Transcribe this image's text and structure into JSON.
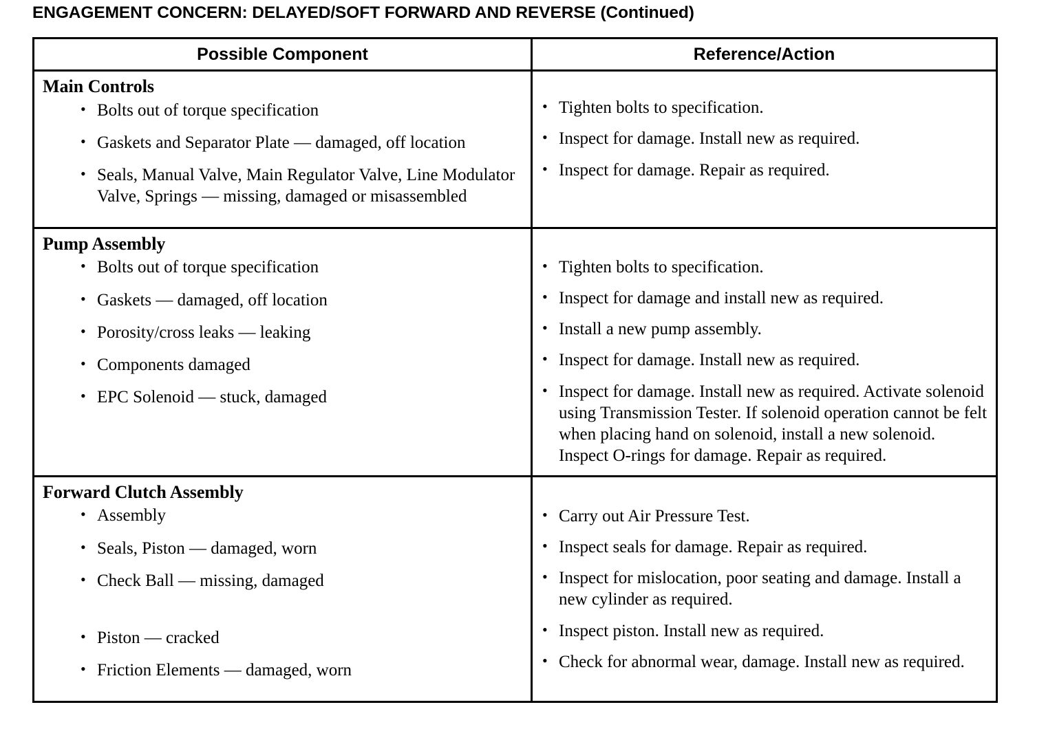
{
  "document": {
    "title": "ENGAGEMENT CONCERN: DELAYED/SOFT FORWARD AND REVERSE (Continued)"
  },
  "table": {
    "headers": {
      "component": "Possible Component",
      "reference": "Reference/Action"
    },
    "rows": [
      {
        "group": "Main Controls",
        "components": [
          "Bolts out of torque specification",
          "Gaskets and Separator Plate — damaged, off location",
          "Seals, Manual Valve, Main Regulator Valve, Line Modulator Valve, Springs — missing, damaged or misassembled"
        ],
        "actions": [
          "Tighten bolts to specification.",
          "Inspect for damage. Install new as required.",
          "Inspect for damage. Repair as required."
        ]
      },
      {
        "group": "Pump Assembly",
        "components": [
          "Bolts out of torque specification",
          "Gaskets — damaged, off location",
          "Porosity/cross leaks — leaking",
          "Components damaged",
          "EPC Solenoid — stuck, damaged"
        ],
        "actions": [
          "Tighten bolts to specification.",
          "Inspect for damage and install new as required.",
          "Install a new pump assembly.",
          "Inspect for damage. Install new as required.",
          "Inspect for damage. Install new as required. Activate solenoid using Transmission Tester. If solenoid operation cannot be felt when placing hand on solenoid, install a new solenoid. Inspect O-rings for damage. Repair as required."
        ]
      },
      {
        "group": "Forward Clutch Assembly",
        "components": [
          "Assembly",
          "Seals, Piston — damaged, worn",
          "Check Ball — missing, damaged",
          "Piston — cracked",
          "Friction Elements — damaged, worn"
        ],
        "actions": [
          "Carry out Air Pressure Test.",
          "Inspect seals for damage. Repair as required.",
          "Inspect for mislocation, poor seating and damage. Install a new cylinder as required.",
          "Inspect piston. Install new as required.",
          "Check for abnormal wear, damage. Install new as required."
        ]
      }
    ]
  },
  "bullet_glyph": "•"
}
